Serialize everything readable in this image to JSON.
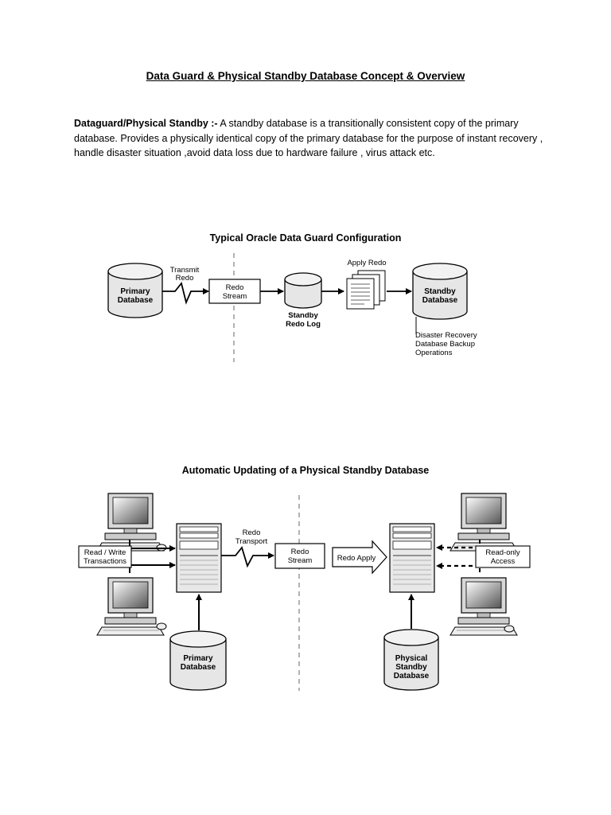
{
  "document": {
    "title": "Data Guard & Physical Standby Database Concept & Overview",
    "intro_term": "Dataguard/Physical Standby :-",
    "intro_text": " A standby database is a transitionally consistent copy of the primary database. Provides a physically identical copy of the primary database for the purpose of instant recovery , handle disaster situation ,avoid data loss due to hardware failure , virus attack etc."
  },
  "figure1": {
    "title": "Typical Oracle Data Guard Configuration",
    "primary_db": [
      "Primary",
      "Database"
    ],
    "transmit_redo": [
      "Transmit",
      "Redo"
    ],
    "redo_stream": [
      "Redo",
      "Stream"
    ],
    "standby_redo_log": [
      "Standby",
      "Redo Log"
    ],
    "apply_redo": "Apply Redo",
    "standby_db": [
      "Standby",
      "Database"
    ],
    "standby_uses": [
      "Disaster Recovery",
      "Database Backup",
      "Operations"
    ]
  },
  "figure2": {
    "title": "Automatic Updating of a Physical Standby Database",
    "read_write": [
      "Read / Write",
      "Transactions"
    ],
    "redo_transport": [
      "Redo",
      "Transport"
    ],
    "redo_stream": [
      "Redo",
      "Stream"
    ],
    "redo_apply": "Redo Apply",
    "read_only": [
      "Read-only",
      "Access"
    ],
    "primary_db": [
      "Primary",
      "Database"
    ],
    "physical_standby_db": [
      "Physical",
      "Standby",
      "Database"
    ]
  }
}
